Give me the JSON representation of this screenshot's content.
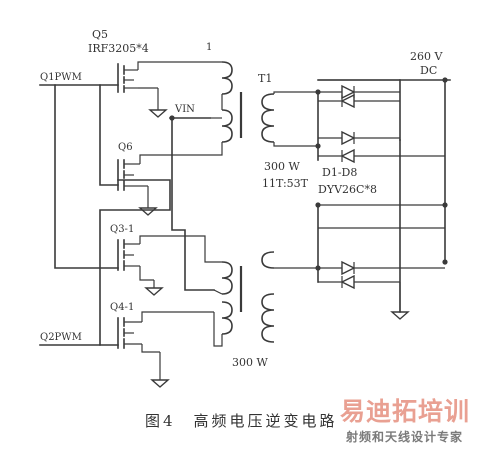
{
  "labels": {
    "q5": "Q5",
    "q5_part": "IRF3205*4",
    "q1pwm": "Q1PWM",
    "q6": "Q6",
    "vin": "VIN",
    "q3": "Q3-1",
    "q4": "Q4-1",
    "q2pwm": "Q2PWM",
    "tap1": "1",
    "t1": "T1",
    "power_top": "300 W",
    "ratio": "11T:53T",
    "power_bottom": "300 W",
    "dc_voltage": "260 V",
    "dc": "DC",
    "diodes": "D1-D8",
    "diode_part": "DYV26C*8"
  },
  "caption": "图4　高频电压逆变电路",
  "watermark": {
    "main": "易迪拓培训",
    "sub": "射频和天线设计专家"
  },
  "colors": {
    "line": "#3a3a3a",
    "text": "#333333",
    "watermark_main": "#e9a092",
    "watermark_sub": "#7a7a7a"
  }
}
